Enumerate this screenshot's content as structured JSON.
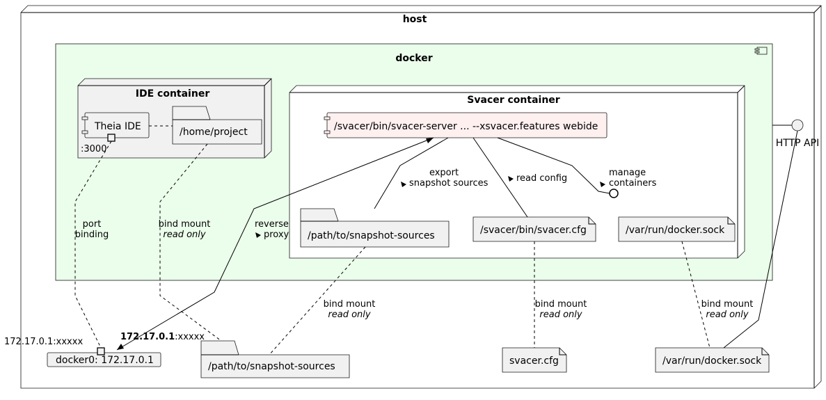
{
  "diagram": {
    "host": {
      "title": "host"
    },
    "docker": {
      "title": "docker",
      "fill": "#ebfdeb"
    },
    "ide_container": {
      "title": "IDE container",
      "theia": {
        "label": "Theia IDE",
        "port": ":3000"
      },
      "project_folder": {
        "label": "/home/project"
      }
    },
    "svacer_container": {
      "title": "Svacer container",
      "server": {
        "label": "/svacer/bin/svacer-server ... --xsvacer.features webide",
        "fill": "#fff0f0"
      },
      "snapshot_folder": {
        "label": "/path/to/snapshot-sources"
      },
      "config_file": {
        "label": "/svacer/bin/svacer.cfg"
      },
      "docker_sock": {
        "label": "/var/run/docker.sock"
      }
    },
    "http_api": {
      "label": "HTTP API"
    },
    "host_items": {
      "docker0": {
        "label": "docker0: 172.17.0.1",
        "port_label": "172.17.0.1:xxxxx"
      },
      "snapshot_folder": {
        "label": "/path/to/snapshot-sources"
      },
      "config_file": {
        "label": "svacer.cfg"
      },
      "docker_sock": {
        "label": "/var/run/docker.sock"
      }
    },
    "edges": {
      "export": {
        "line1": "export",
        "line2": "snapshot sources"
      },
      "read_config": {
        "line1": "read config"
      },
      "manage": {
        "line1": "manage",
        "line2": "containers"
      },
      "reverse_proxy": {
        "line1": "reverse",
        "line2": "proxy"
      },
      "reverse_target": {
        "bold": "172.17.0.1",
        "rest": ":xxxxx"
      },
      "port_binding": {
        "line1": "port",
        "line2": "binding"
      },
      "bind_project": {
        "line1": "bind mount",
        "line2": "read only"
      },
      "bind_snapshot": {
        "line1": "bind mount",
        "line2": "read only"
      },
      "bind_config": {
        "line1": "bind mount",
        "line2": "read only"
      },
      "bind_sock": {
        "line1": "bind mount",
        "line2": "read only"
      }
    }
  }
}
